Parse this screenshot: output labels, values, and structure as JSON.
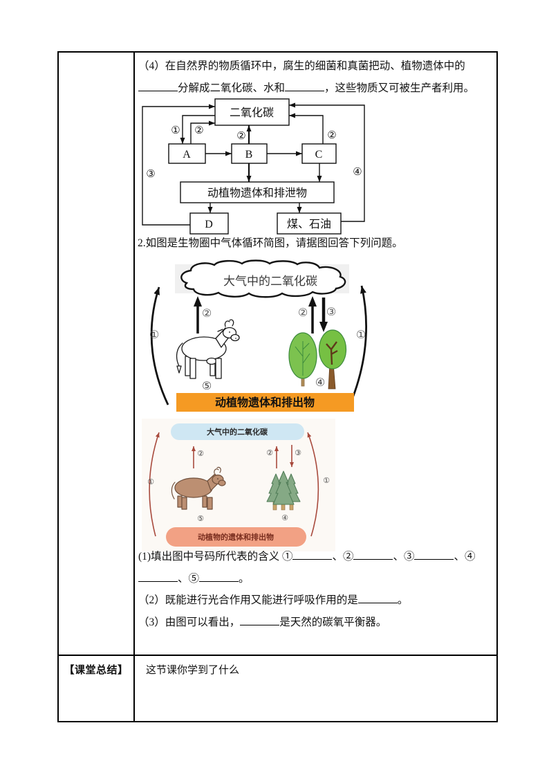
{
  "doc": {
    "p4_line1": "（4）在自然界的物质循环中，腐生的细菌和真菌把动、植物遗体中的",
    "p4_mid": "分解成二氧化碳、水和",
    "p4_end": "，这些物质又可被生产者利用。",
    "h2": "2.如图是生物圈中气体循环简图，请据图回答下列问题。",
    "questions": {
      "q1_lead": "(1)填出图中号码所代表的含义 ①",
      "q1_s1": "、②",
      "q1_s2": "、③",
      "q1_s3": "、④",
      "q1_s4": "、⑤",
      "q1_end": "。",
      "q2_lead": "（2）既能进行光合作用又能进行呼吸作用的是",
      "q2_end": "。",
      "q3_lead": "（3）由图可以看出，",
      "q3_end": "是天然的碳氧平衡器。"
    },
    "summary": {
      "label": "【课堂总结】",
      "content": "这节课你学到了什么"
    }
  },
  "nums": {
    "n1": "①",
    "n2": "②",
    "n3": "③",
    "n4": "④",
    "n5": "⑤"
  },
  "flow_diagram": {
    "co2": "二氧化碳",
    "a": "A",
    "b": "B",
    "c": "C",
    "d": "D",
    "remains": "动植物遗体和排泄物",
    "coal": "煤、石油"
  },
  "cycle_diagram": {
    "cloud": "大气中的二氧化碳",
    "banner": "动植物遗体和排出物",
    "banner_color": "#f59a23"
  },
  "mini_diagram": {
    "sky": "大气中的二氧化碳",
    "banner": "动植物的遗体和排出物",
    "sky_color": "#cfe7f3",
    "banner_color": "#f2a184",
    "arrow_color": "#a84a3d"
  }
}
